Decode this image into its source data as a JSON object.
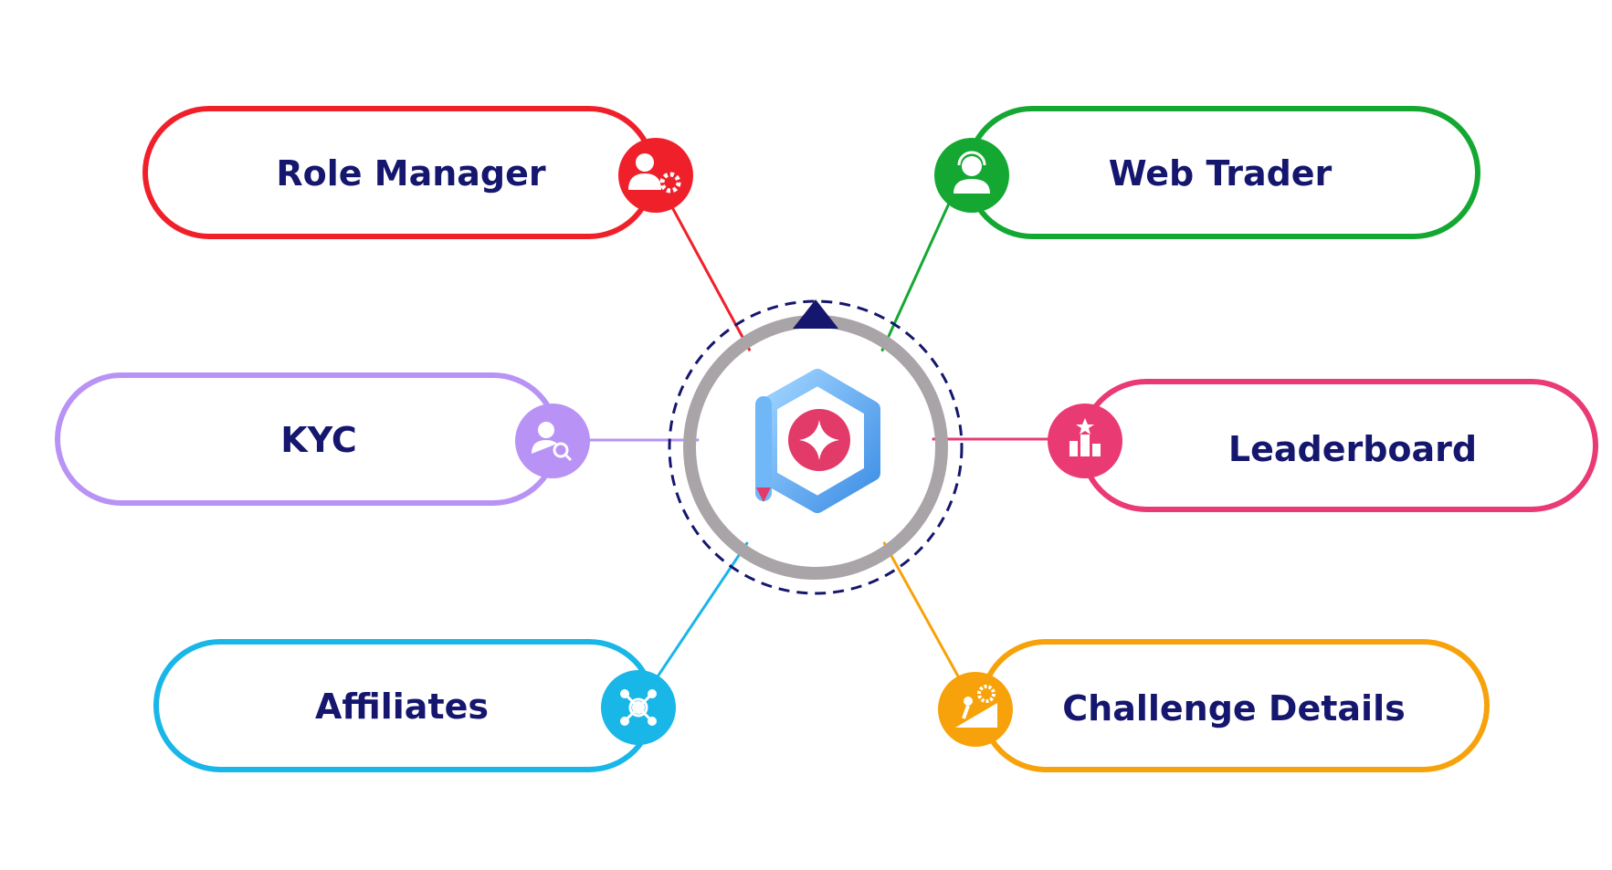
{
  "center": {
    "logo_icon": "p-hexagon-logo-icon",
    "ring_color": "#a9a4a7",
    "dash_color": "#15166e",
    "arrow_color": "#15166e"
  },
  "text_color": "#15166e",
  "nodes": [
    {
      "id": "role-manager",
      "label": "Role Manager",
      "color": "#f0202a",
      "icon": "user-gear-icon"
    },
    {
      "id": "web-trader",
      "label": "Web Trader",
      "color": "#14a832",
      "icon": "headset-agent-icon"
    },
    {
      "id": "kyc",
      "label": "KYC",
      "color": "#b893f5",
      "icon": "user-search-icon"
    },
    {
      "id": "leaderboard",
      "label": "Leaderboard",
      "color": "#ea3a74",
      "icon": "podium-star-icon"
    },
    {
      "id": "affiliates",
      "label": "Affiliates",
      "color": "#19b6e8",
      "icon": "network-user-icon"
    },
    {
      "id": "challenge-details",
      "label": "Challenge Details",
      "color": "#f7a20a",
      "icon": "climb-mountain-icon"
    }
  ]
}
